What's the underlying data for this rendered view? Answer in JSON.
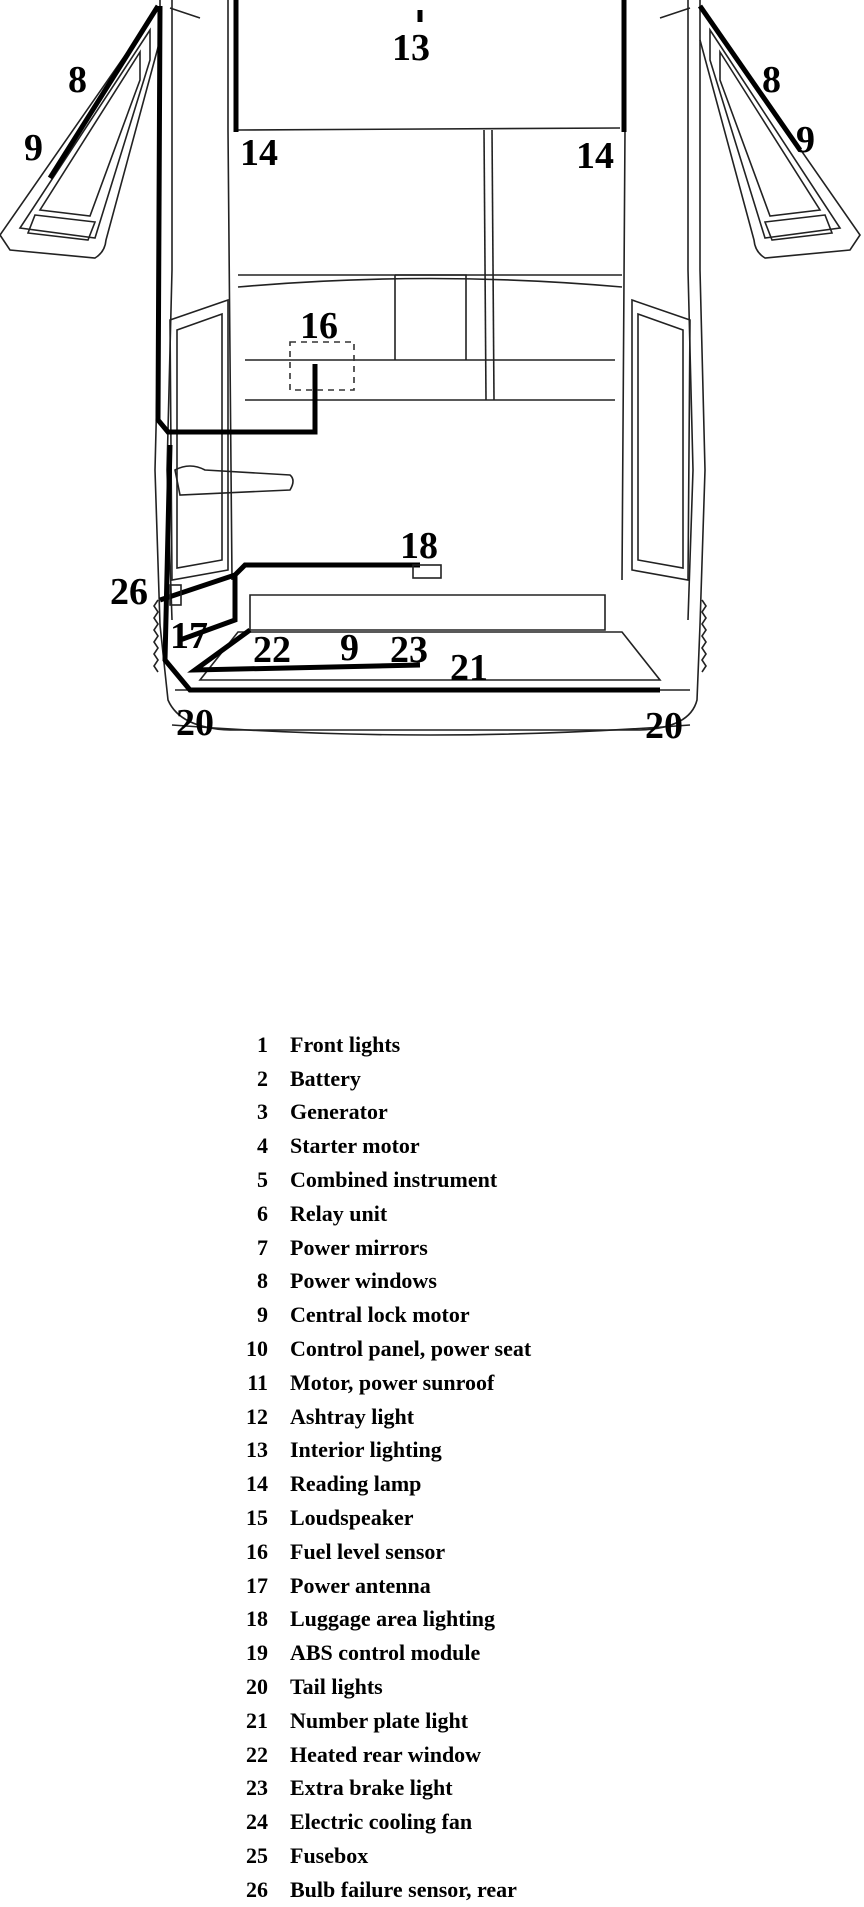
{
  "diagram": {
    "callouts": [
      {
        "id": "c13",
        "text": "13"
      },
      {
        "id": "c14l",
        "text": "14"
      },
      {
        "id": "c14r",
        "text": "14"
      },
      {
        "id": "c8l",
        "text": "8"
      },
      {
        "id": "c9l",
        "text": "9"
      },
      {
        "id": "c8r",
        "text": "8"
      },
      {
        "id": "c9r",
        "text": "9"
      },
      {
        "id": "c16",
        "text": "16"
      },
      {
        "id": "c18",
        "text": "18"
      },
      {
        "id": "c26",
        "text": "26"
      },
      {
        "id": "c17",
        "text": "17"
      },
      {
        "id": "c22",
        "text": "22"
      },
      {
        "id": "c9m",
        "text": "9"
      },
      {
        "id": "c23",
        "text": "23"
      },
      {
        "id": "c21",
        "text": "21"
      },
      {
        "id": "c20l",
        "text": "20"
      },
      {
        "id": "c20r",
        "text": "20"
      }
    ]
  },
  "legend": [
    {
      "num": "1",
      "label": "Front lights"
    },
    {
      "num": "2",
      "label": "Battery"
    },
    {
      "num": "3",
      "label": "Generator"
    },
    {
      "num": "4",
      "label": "Starter motor"
    },
    {
      "num": "5",
      "label": "Combined instrument"
    },
    {
      "num": "6",
      "label": "Relay unit"
    },
    {
      "num": "7",
      "label": "Power mirrors"
    },
    {
      "num": "8",
      "label": "Power windows"
    },
    {
      "num": "9",
      "label": "Central lock motor"
    },
    {
      "num": "10",
      "label": "Control panel, power seat"
    },
    {
      "num": "11",
      "label": "Motor, power sunroof"
    },
    {
      "num": "12",
      "label": "Ashtray light"
    },
    {
      "num": "13",
      "label": "Interior lighting"
    },
    {
      "num": "14",
      "label": "Reading lamp"
    },
    {
      "num": "15",
      "label": "Loudspeaker"
    },
    {
      "num": "16",
      "label": "Fuel level sensor"
    },
    {
      "num": "17",
      "label": "Power antenna"
    },
    {
      "num": "18",
      "label": "Luggage area lighting"
    },
    {
      "num": "19",
      "label": "ABS control module"
    },
    {
      "num": "20",
      "label": "Tail lights"
    },
    {
      "num": "21",
      "label": "Number plate light"
    },
    {
      "num": "22",
      "label": "Heated rear window"
    },
    {
      "num": "23",
      "label": "Extra brake light"
    },
    {
      "num": "24",
      "label": "Electric cooling fan"
    },
    {
      "num": "25",
      "label": "Fusebox"
    },
    {
      "num": "26",
      "label": "Bulb failure sensor, rear"
    }
  ]
}
